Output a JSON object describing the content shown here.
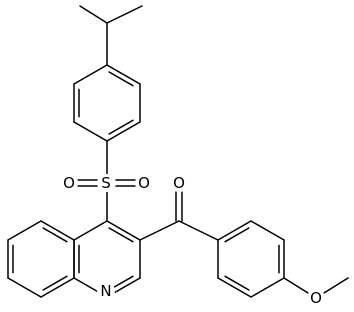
{
  "structure": {
    "atoms": [
      {
        "id": "N1",
        "symbol": "N"
      },
      {
        "id": "S1",
        "symbol": "S"
      },
      {
        "id": "O1",
        "symbol": "O"
      },
      {
        "id": "O2",
        "symbol": "O"
      },
      {
        "id": "O3",
        "symbol": "O"
      },
      {
        "id": "O4",
        "symbol": "O"
      }
    ],
    "bond_color": "#000000",
    "background": "#ffffff"
  }
}
